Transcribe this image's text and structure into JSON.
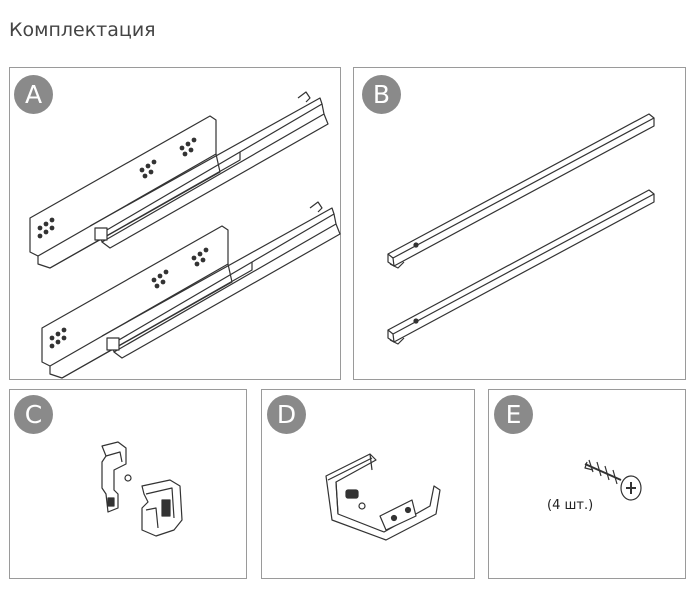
{
  "title": "Комплектация",
  "panels": [
    {
      "label": "A"
    },
    {
      "label": "B"
    },
    {
      "label": "C"
    },
    {
      "label": "D"
    },
    {
      "label": "E",
      "note": "(4 шт.)"
    }
  ],
  "colors": {
    "border": "#9a9a9a",
    "badge": "#8a8a8a",
    "line": "#333333"
  }
}
